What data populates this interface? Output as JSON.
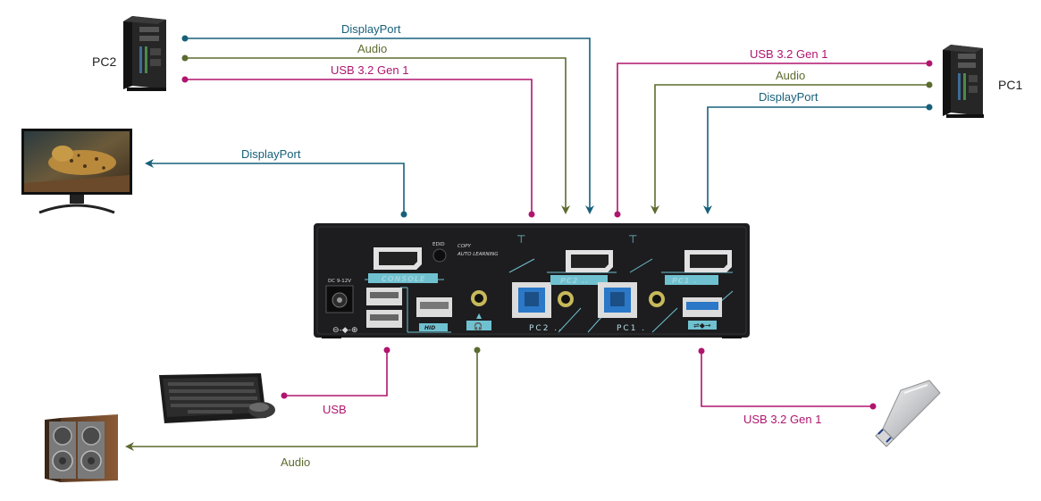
{
  "devices": {
    "pc2": "PC2",
    "pc1": "PC1"
  },
  "connections": {
    "pc2_displayport": "DisplayPort",
    "pc2_audio": "Audio",
    "pc2_usb": "USB 3.2 Gen 1",
    "pc1_usb": "USB 3.2 Gen 1",
    "pc1_audio": "Audio",
    "pc1_displayport": "DisplayPort",
    "monitor_displayport": "DisplayPort",
    "keyboard_usb": "USB",
    "speaker_audio": "Audio",
    "flash_usb": "USB 3.2 Gen 1"
  },
  "kvm_panel": {
    "dc_label": "DC 9-12V",
    "console": "CONSOLE",
    "edid": "EDID",
    "copy": "COPY",
    "auto_learning": "AUTO LEARNING",
    "pc2_top": "PC2 ..",
    "pc1_top": "PC1 .",
    "pc2_bottom": "PC2 ..",
    "pc1_bottom": "PC1 .",
    "hid": "HID"
  },
  "colors": {
    "displayport": "#17607a",
    "audio": "#5c6b2f",
    "usb": "#b0156e",
    "panel": "#1d1d1f",
    "panel_accent": "#6fc1d0"
  }
}
